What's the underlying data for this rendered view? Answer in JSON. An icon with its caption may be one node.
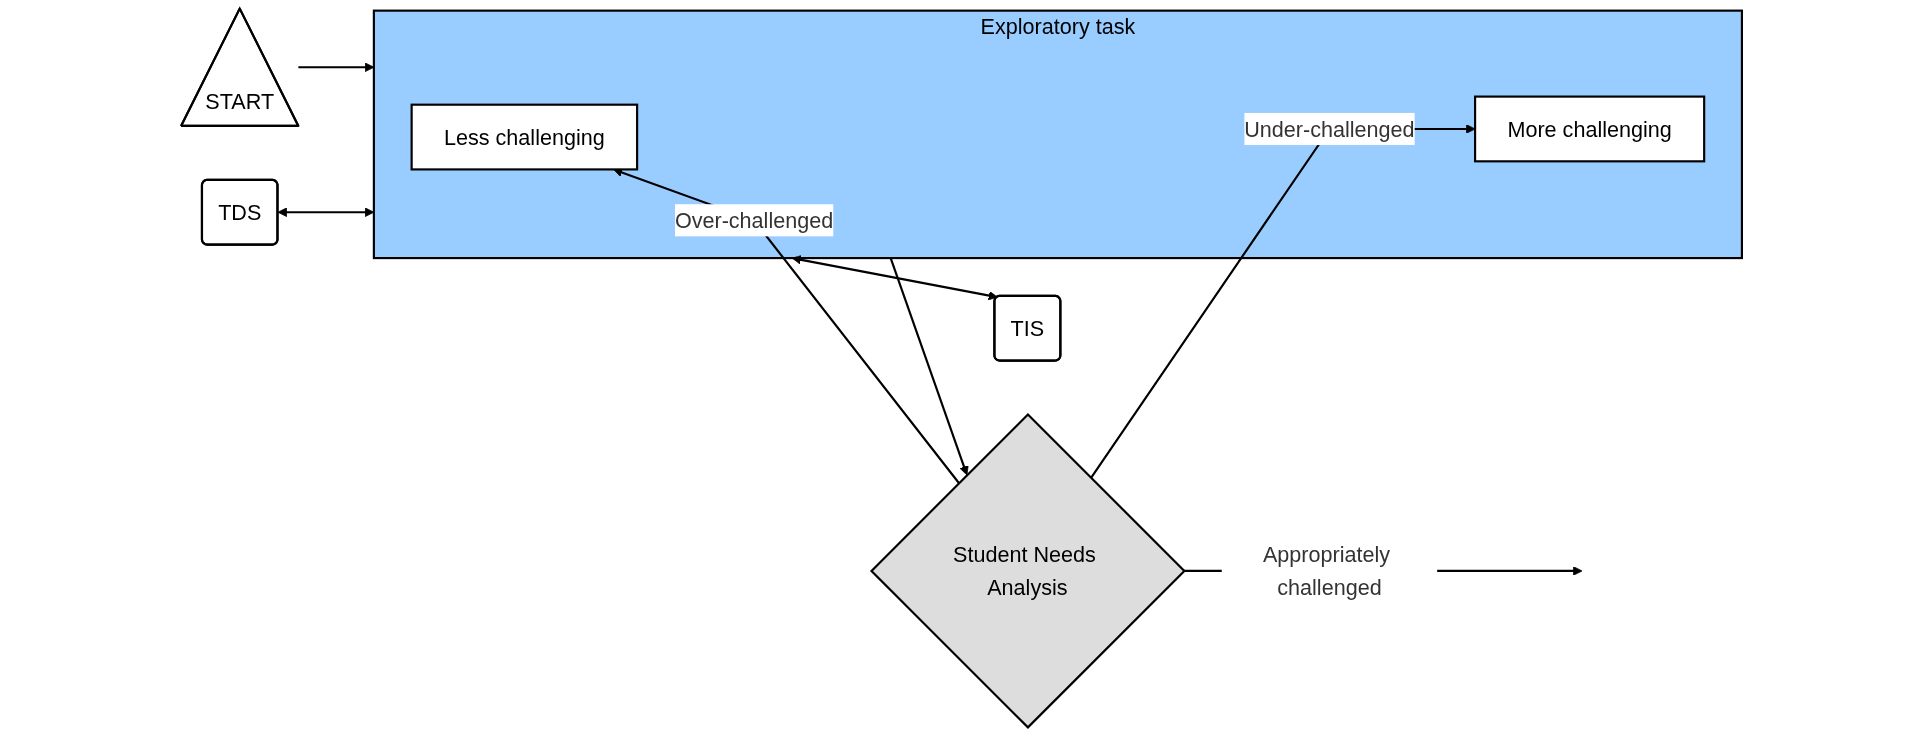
{
  "diagram": {
    "nodes": [
      {
        "text": [
          "START"
        ]
      },
      {
        "text": [
          "Exploratory task"
        ]
      },
      {
        "text": [
          "Less challenging"
        ],
        "in": 1
      },
      {
        "text": [
          "More challenging"
        ],
        "in": 1
      },
      {
        "text": [
          "TDS"
        ]
      },
      {
        "text": [
          "TIS"
        ]
      },
      {
        "text": [
          "Student Needs Analysis"
        ]
      }
    ],
    "edges": [
      {
        "from": 0,
        "to": 1,
        "arrow": "to"
      },
      {
        "from": 4,
        "to": 1,
        "arrow": "both"
      },
      {
        "from": 1,
        "to": 5,
        "arrow": "both"
      },
      {
        "from": 1,
        "to": 6,
        "arrow": "to"
      },
      {
        "from": 6,
        "to": 2,
        "arrow": "to",
        "label": "Over-challenged"
      },
      {
        "from": 6,
        "to": 3,
        "arrow": "to",
        "label": "Under-challenged"
      },
      {
        "from": 6,
        "to": null,
        "arrow": "to",
        "label": "Appropriately challenged"
      }
    ]
  }
}
